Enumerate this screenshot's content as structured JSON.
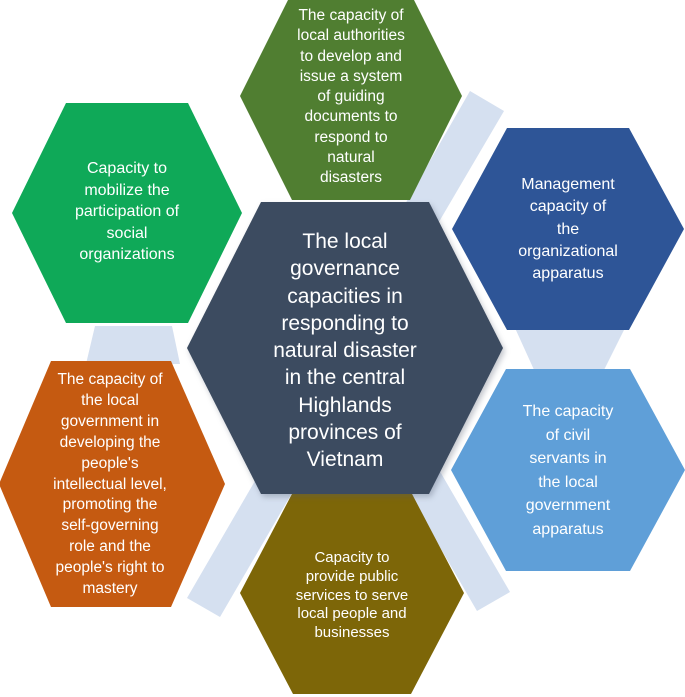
{
  "diagram": {
    "background": "#ffffff",
    "text_color": "#ffffff",
    "connector_color": "#d5e0f0",
    "center": {
      "label": "The local\ngovernance\ncapacities in\nresponding to\nnatural disaster\nin the central\nHighlands\nprovinces of\nVietnam",
      "color": "#3c4b60"
    },
    "nodes": [
      {
        "id": "top",
        "label": "The capacity of\nlocal authorities\nto develop and\nissue a system\nof guiding\ndocuments to\nrespond to\nnatural\ndisasters",
        "color": "#507e31"
      },
      {
        "id": "top-right",
        "label": "Management\ncapacity of\nthe\norganizational\napparatus",
        "color": "#2e5597"
      },
      {
        "id": "bottom-right",
        "label": "The capacity\nof civil\nservants in\nthe local\ngovernment\napparatus",
        "color": "#5f9fd8"
      },
      {
        "id": "bottom",
        "label": "Capacity to\nprovide public\nservices to serve\nlocal people and\nbusinesses",
        "color": "#7d6608"
      },
      {
        "id": "bottom-left",
        "label": "The capacity of\nthe local\ngovernment in\ndeveloping the\npeople's\nintellectual level,\npromoting the\nself-governing\nrole and the\npeople's right to\nmastery",
        "color": "#c55a11"
      },
      {
        "id": "top-left",
        "label": "Capacity to\nmobilize the\nparticipation of\nsocial\norganizations",
        "color": "#0fa958"
      }
    ]
  }
}
